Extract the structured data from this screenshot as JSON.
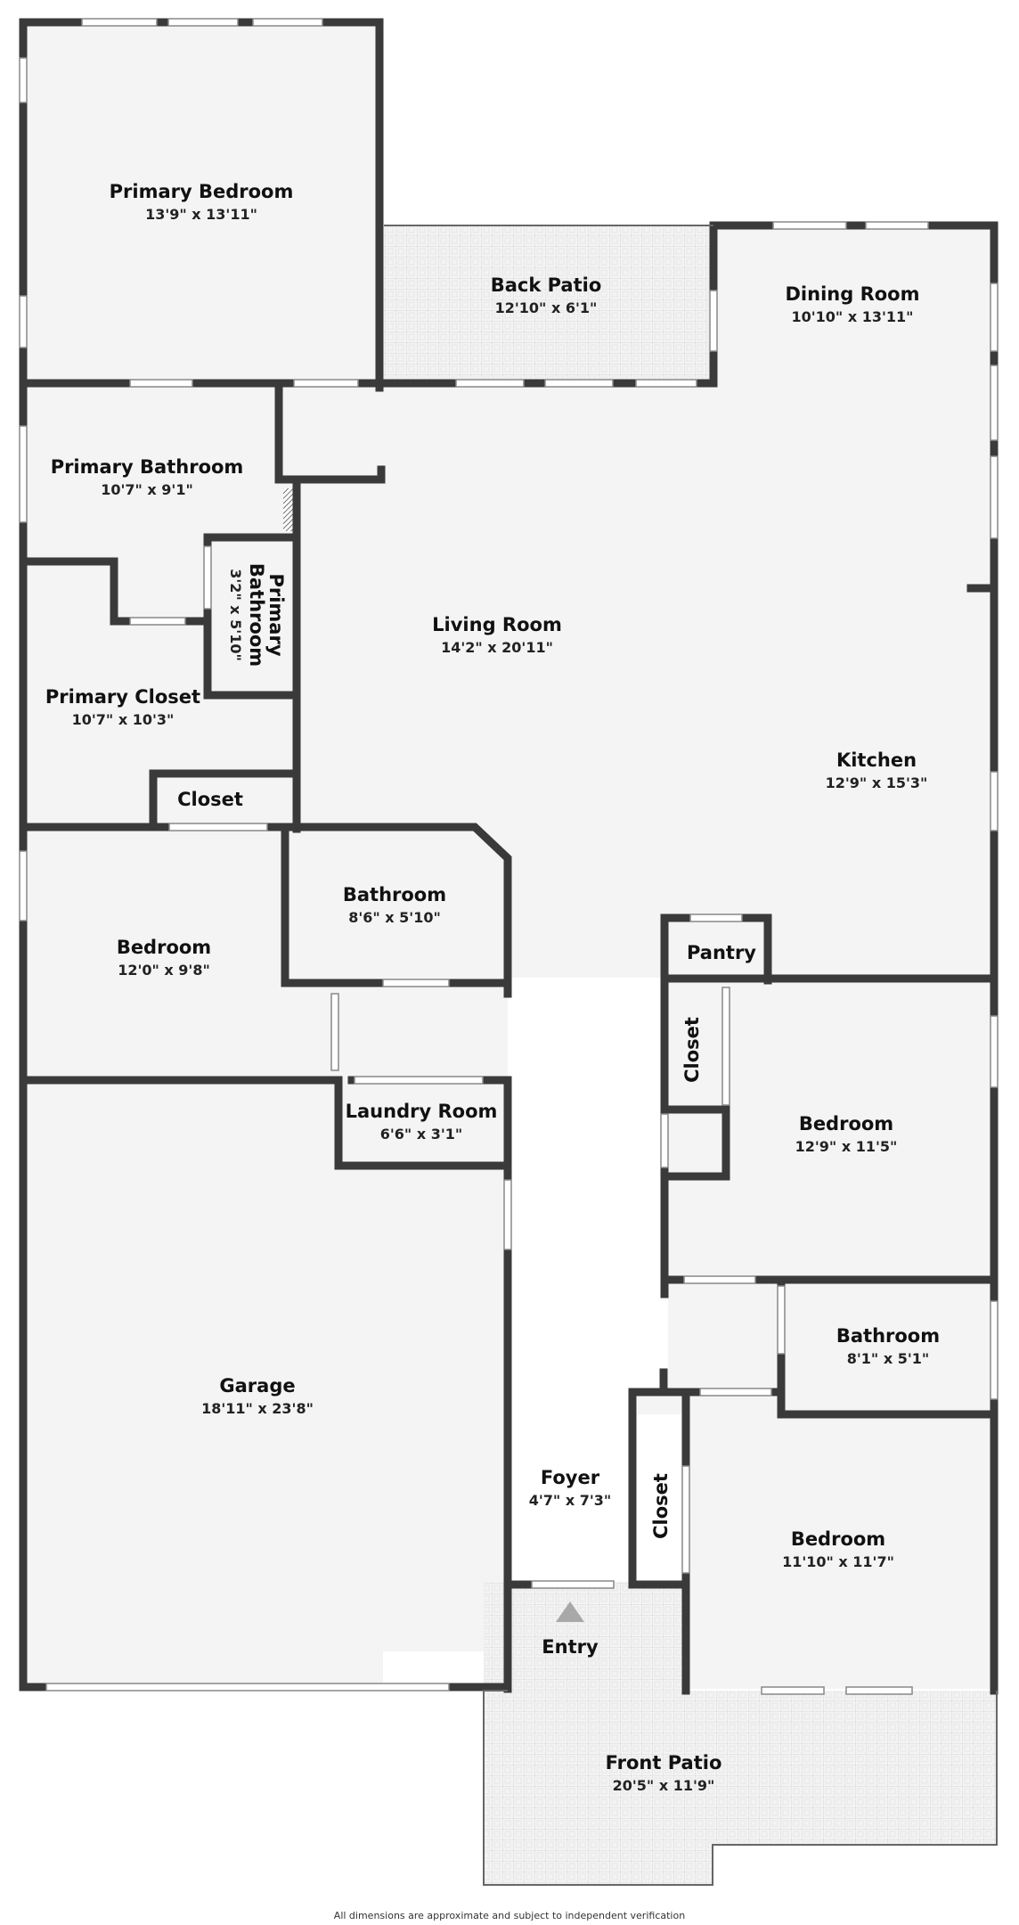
{
  "rooms": {
    "primary_bedroom": {
      "name": "Primary Bedroom",
      "dims": "13'9\" x 13'11\""
    },
    "back_patio": {
      "name": "Back Patio",
      "dims": "12'10\" x 6'1\""
    },
    "dining_room": {
      "name": "Dining Room",
      "dims": "10'10\" x 13'11\""
    },
    "primary_bathroom": {
      "name": "Primary Bathroom",
      "dims": "10'7\" x 9'1\""
    },
    "primary_bathroom_small": {
      "name_line1": "Primary",
      "name_line2": "Bathroom",
      "dims": "3'2\" x 5'10\""
    },
    "living_room": {
      "name": "Living Room",
      "dims": "14'2\" x 20'11\""
    },
    "primary_closet": {
      "name": "Primary Closet",
      "dims": "10'7\" x 10'3\""
    },
    "closet_upper": {
      "name": "Closet"
    },
    "kitchen": {
      "name": "Kitchen",
      "dims": "12'9\" x 15'3\""
    },
    "bedroom_left": {
      "name": "Bedroom",
      "dims": "12'0\" x 9'8\""
    },
    "bathroom_center": {
      "name": "Bathroom",
      "dims": "8'6\" x 5'10\""
    },
    "pantry": {
      "name": "Pantry"
    },
    "closet_right": {
      "name": "Closet"
    },
    "bedroom_right_upper": {
      "name": "Bedroom",
      "dims": "12'9\" x 11'5\""
    },
    "laundry_room": {
      "name": "Laundry Room",
      "dims": "6'6\" x 3'1\""
    },
    "bathroom_right": {
      "name": "Bathroom",
      "dims": "8'1\" x 5'1\""
    },
    "garage": {
      "name": "Garage",
      "dims": "18'11\" x 23'8\""
    },
    "foyer": {
      "name": "Foyer",
      "dims": "4'7\" x 7'3\""
    },
    "closet_foyer": {
      "name": "Closet"
    },
    "bedroom_right_lower": {
      "name": "Bedroom",
      "dims": "11'10\" x 11'7\""
    },
    "entry": {
      "name": "Entry"
    },
    "front_patio": {
      "name": "Front Patio",
      "dims": "20'5\" x 11'9\""
    }
  },
  "disclaimer": "All dimensions are approximate and subject to independent verification",
  "colors": {
    "wall": "#3a3a3a",
    "floor": "#f4f4f4",
    "patio": "#f2f2f2",
    "window": "#ffffff",
    "entry_marker": "#a8a8a8"
  }
}
